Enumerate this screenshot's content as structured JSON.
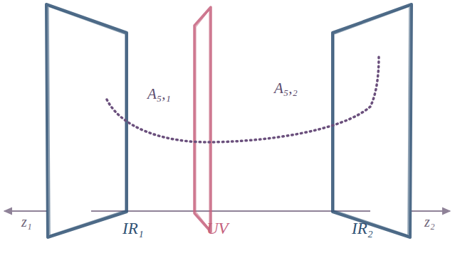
{
  "diagram": {
    "labels": [
      "A₅,₁",
      "A₅,₂",
      "z₁",
      "IR₁",
      "UV",
      "IR₂",
      "z₂"
    ]
  }
}
